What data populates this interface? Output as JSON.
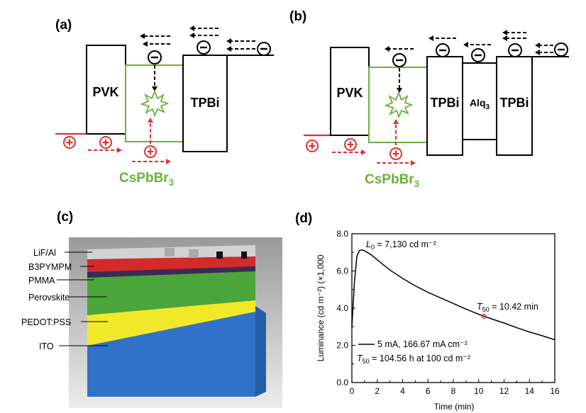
{
  "panels": {
    "a": "(a)",
    "b": "(b)",
    "c": "(c)",
    "d": "(d)"
  },
  "diagram_a": {
    "pvk": "PVK",
    "tpbi": "TPBi",
    "emitter": "CsPbBr",
    "emitter_sub": "3"
  },
  "diagram_b": {
    "pvk": "PVK",
    "tpbi_1": "TPBi",
    "alq": "Alq",
    "alq_sub": "3",
    "tpbi_2": "TPBi",
    "emitter": "CsPbBr",
    "emitter_sub": "3"
  },
  "device_stack": {
    "layers": [
      "LiF/Al",
      "B3PYMPM",
      "PMMA",
      "Perovskite",
      "PEDOT:PSS",
      "ITO"
    ],
    "colors": {
      "lif_al": "#d2d2d2",
      "b3pympm": "#d32a2a",
      "pmma": "#3b2a55",
      "perovskite": "#4aa63a",
      "pedot": "#f2e82a",
      "ito": "#2f72c8"
    }
  },
  "chart_data": {
    "type": "line",
    "xlabel": "Time (min)",
    "ylabel": "Luminance (cd m⁻²) (×1,000",
    "xlim": [
      0,
      16
    ],
    "ylim": [
      0,
      8
    ],
    "xticks": [
      "0",
      "2",
      "4",
      "6",
      "8",
      "10",
      "12",
      "14",
      "16"
    ],
    "yticks": [
      "0.0",
      "2.0",
      "4.0",
      "6.0",
      "8.0"
    ],
    "x": [
      0,
      0.2,
      0.4,
      0.6,
      0.8,
      1.0,
      1.5,
      2,
      3,
      4,
      5,
      6,
      7,
      8,
      9,
      10,
      10.42,
      11,
      12,
      13,
      14,
      15,
      16
    ],
    "y": [
      3.0,
      5.4,
      6.8,
      7.1,
      7.13,
      7.08,
      6.88,
      6.6,
      6.05,
      5.6,
      5.2,
      4.85,
      4.55,
      4.25,
      3.95,
      3.67,
      3.565,
      3.43,
      3.2,
      2.95,
      2.72,
      2.52,
      2.3
    ],
    "marker": {
      "x": 10.42,
      "y": 3.565,
      "color": "#e03030"
    },
    "annotations": {
      "l0_sym": "L",
      "l0_sub": "0",
      "l0_text": " = 7,130 cd m⁻²",
      "t50_sym": "T",
      "t50_sub": "50",
      "t50_text": " = 10.42 min",
      "legend_text": "5 mA, 166.67 mA cm⁻²",
      "legend2_sym": "T",
      "legend2_sub": "50",
      "legend2_text": " = 104.56 h at 100 cd m⁻²"
    },
    "grid": false
  },
  "colors": {
    "hole": "#e03030",
    "emitter": "#6ab23a"
  }
}
